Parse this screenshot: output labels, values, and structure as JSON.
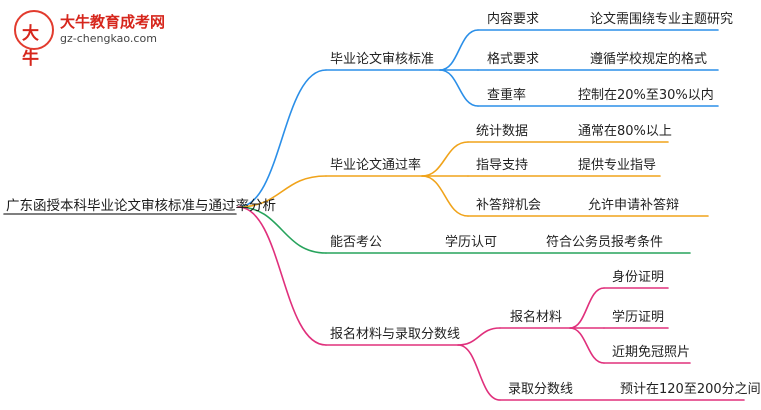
{
  "watermark": {
    "badge_glyph": "大牛",
    "site_name": "大牛教育成考网",
    "url": "gz-chengkao.com",
    "color": "#d6261c"
  },
  "root": {
    "label": "广东函授本科毕业论文审核标准与通过率分析"
  },
  "branches": [
    {
      "label": "毕业论文审核标准",
      "color": "#2b8fe8",
      "children": [
        {
          "label": "内容要求",
          "leaf": "论文需围绕专业主题研究"
        },
        {
          "label": "格式要求",
          "leaf": "遵循学校规定的格式"
        },
        {
          "label": "查重率",
          "leaf": "控制在20%至30%以内"
        }
      ]
    },
    {
      "label": "毕业论文通过率",
      "color": "#f0a31a",
      "children": [
        {
          "label": "统计数据",
          "leaf": "通常在80%以上"
        },
        {
          "label": "指导支持",
          "leaf": "提供专业指导"
        },
        {
          "label": "补答辩机会",
          "leaf": "允许申请补答辩"
        }
      ]
    },
    {
      "label": "能否考公",
      "color": "#27a35c",
      "children": [
        {
          "label": "学历认可",
          "leaf": "符合公务员报考条件"
        }
      ]
    },
    {
      "label": "报名材料与录取分数线",
      "color": "#e0307c",
      "children": [
        {
          "label": "报名材料",
          "leaves": [
            "身份证明",
            "学历证明",
            "近期免冠照片"
          ]
        },
        {
          "label": "录取分数线",
          "leaf": "预计在120至200分之间"
        }
      ]
    }
  ]
}
